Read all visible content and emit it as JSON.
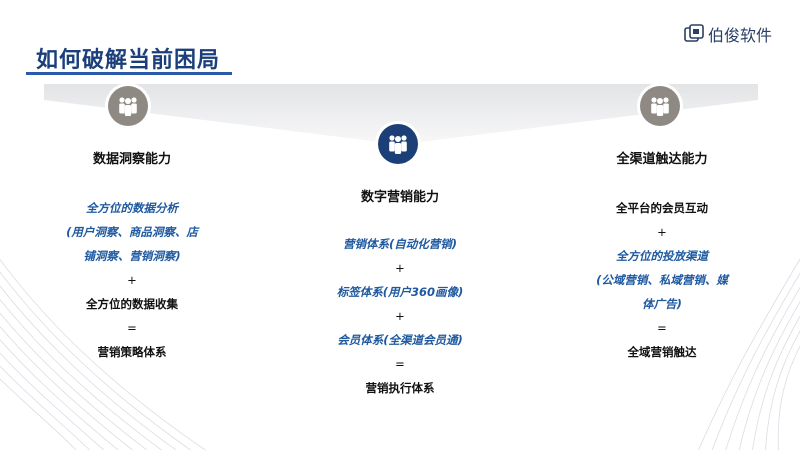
{
  "title": "如何破解当前困局",
  "brand": {
    "name": "伯俊软件",
    "logo_icon": "bojun-logo-icon"
  },
  "colors": {
    "title": "#1b3f7a",
    "accent_blue": "#1f5aa0",
    "gray_circle": "#8e8983",
    "navy_circle": "#1d3f77"
  },
  "left": {
    "icon": "people-icon",
    "heading": "数据洞察能力",
    "lines": [
      {
        "text": "全方位的数据分析",
        "style": "blue"
      },
      {
        "text": "(用户洞察、商品洞察、店",
        "style": "blue"
      },
      {
        "text": "铺洞察、营销洞察)",
        "style": "blue"
      },
      {
        "text": "+",
        "style": "op"
      },
      {
        "text": "全方位的数据收集",
        "style": "bold"
      },
      {
        "text": "=",
        "style": "op"
      },
      {
        "text": "营销策略体系",
        "style": "bold"
      }
    ]
  },
  "middle": {
    "icon": "people-icon",
    "heading": "数字营销能力",
    "lines": [
      {
        "text": "营销体系(自动化营销)",
        "style": "blue"
      },
      {
        "text": "+",
        "style": "op"
      },
      {
        "text": "标签体系(用户360画像)",
        "style": "blue"
      },
      {
        "text": "+",
        "style": "op"
      },
      {
        "text": "会员体系(全渠道会员通)",
        "style": "blue"
      },
      {
        "text": "=",
        "style": "op"
      },
      {
        "text": "营销执行体系",
        "style": "bold"
      }
    ]
  },
  "right": {
    "icon": "people-icon",
    "heading": "全渠道触达能力",
    "lines": [
      {
        "text": "全平台的会员互动",
        "style": "bold"
      },
      {
        "text": "+",
        "style": "op"
      },
      {
        "text": "全方位的投放渠道",
        "style": "blue"
      },
      {
        "text": "(公域营销、私域营销、媒",
        "style": "blue"
      },
      {
        "text": "体广告)",
        "style": "blue"
      },
      {
        "text": "=",
        "style": "op"
      },
      {
        "text": "全域营销触达",
        "style": "bold"
      }
    ]
  }
}
